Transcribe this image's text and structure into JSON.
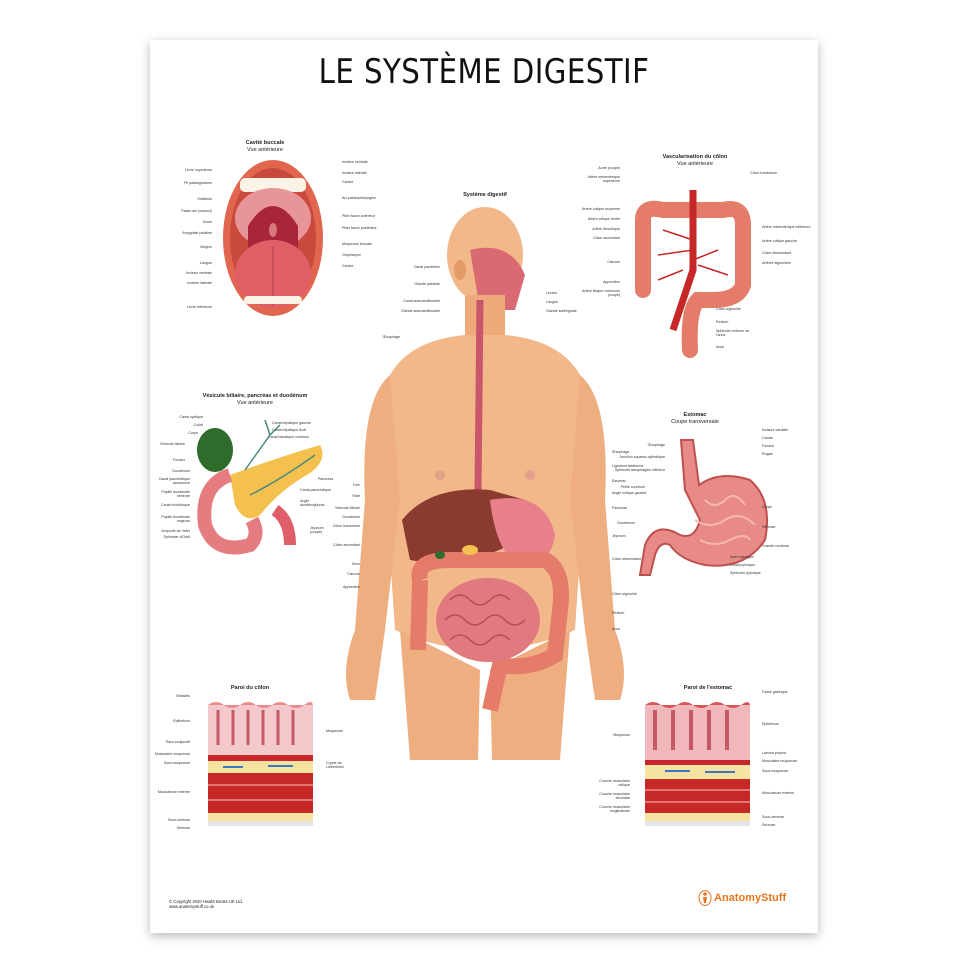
{
  "poster": {
    "title": "LE SYSTÈME DIGESTIF",
    "footer": {
      "copyright": "© Copyright 2020 Health Books UK Ltd.",
      "url": "www.anatomystuff.co.uk",
      "brand": "AnatomyStuff",
      "brand_color": "#e87722"
    }
  },
  "panels": {
    "mouth": {
      "title": "Cavité buccale",
      "subtitle": "Vue antérieure",
      "labels_left": [
        "Lèvre supérieure",
        "Pli palatoglossien",
        "Vestibule",
        "Palais dur (osseux)",
        "Uvule",
        "Amygdale palatine",
        "Gingive",
        "Langue",
        "Incisive centrale",
        "Incisive latérale",
        "Lèvre inférieure"
      ],
      "labels_right": [
        "Incisive centrale",
        "Incisive latérale",
        "Canine",
        "Arc palatopharyngien",
        "Pilier fauce antérieur",
        "Pilier fauce postérieur",
        "Muqueuse buccale",
        "Oropharynx",
        "Canine"
      ]
    },
    "system": {
      "title": "Système digestif",
      "labels_left_head": [
        "Canal parotidien",
        "Glande parotide",
        "Canal submandibulaire",
        "Glande submandibulaire",
        "Œsophage"
      ],
      "labels_right_head": [
        "Lèvres",
        "Langue",
        "Glande sublinguale"
      ],
      "labels_left_body": [
        "Foie",
        "Rate",
        "Vésicule biliaire",
        "Duodénum",
        "Côlon transverse",
        "Côlon ascendant",
        "Iléon",
        "Cæcum",
        "Appendice"
      ],
      "labels_right_body": [
        "Œsophage",
        "Ligament falciforme",
        "Estomac",
        "Angle colique gauche",
        "Pancréas",
        "Jéjunum",
        "Côlon descendant",
        "Côlon sigmoïde",
        "Rectum",
        "Anus"
      ]
    },
    "colon_vascular": {
      "title": "Vascularisation du côlon",
      "subtitle": "Vue antérieure",
      "labels_left": [
        "Aorte (coupé)",
        "Artère mésentérique supérieure",
        "Artère colique moyenne",
        "Artère colique droite",
        "Artère iléocolique",
        "Côlon ascendant",
        "Cæcum",
        "Appendice",
        "Artère iliaque commune (coupé)"
      ],
      "labels_right": [
        "Côlon transverse",
        "Artère mésentérique inférieure",
        "Artère colique gauche",
        "Côlon descendant",
        "Artères sigmoïdes",
        "Côlon sigmoïde",
        "Rectum",
        "Sphincter externe de l'anus",
        "Anus"
      ]
    },
    "pancreas": {
      "title": "Vésicule biliaire, pancréas et duodénum",
      "subtitle": "Vue antérieure",
      "labels_left": [
        "Canal cystique",
        "Collet",
        "Corps",
        "Vésicule biliaire",
        "Fundus",
        "Duodénum",
        "Canal pancréatique accessoire",
        "Papille duodénale mineure",
        "Canal cholédoque",
        "Papille duodénale majeure",
        "Ampoule de Vater",
        "Sphincter d'Oddi"
      ],
      "labels_right": [
        "Canal hépatique gauche",
        "Canal hépatique droit",
        "Canal hépatique commun",
        "Pancréas",
        "Canal pancréatique",
        "Angle duodénojéjunal",
        "Jéjunum (coupé)"
      ]
    },
    "stomach": {
      "title": "Estomac",
      "subtitle": "Coupe transversale",
      "labels_left": [
        "Œsophage",
        "Jonction squamo-cylindrique",
        "Sphincter œsophagien inférieur",
        "Petite courbure",
        "Duodénum"
      ],
      "labels_right": [
        "Incisure cardiale",
        "Cardia",
        "Fundus",
        "Rugae",
        "Corps",
        "Séreuse",
        "Grande courbure",
        "Antre pylorique",
        "Canal pylorique",
        "Sphincter pylorique"
      ]
    },
    "colon_wall": {
      "title": "Paroi du côlon",
      "labels_left": [
        "Villosités",
        "Épithélium",
        "Tissu conjonctif",
        "Musculaire muqueuse",
        "Sous-muqueuse",
        "Musculeuse externe",
        "Sous-séreuse",
        "Séreuse"
      ],
      "labels_right": [
        "Muqueuse",
        "Crypte de Lieberkühn"
      ]
    },
    "stomach_wall": {
      "title": "Paroi de l'estomac",
      "labels_left": [
        "Muqueuse",
        "Couche musculaire oblique",
        "Couche musculaire circulaire",
        "Couche musculaire longitudinale"
      ],
      "labels_right": [
        "Fosse gastrique",
        "Épithélium",
        "Lamina propria",
        "Musculaire muqueuse",
        "Sous-muqueuse",
        "Musculeuse externe",
        "Sous-séreuse",
        "Séreuse"
      ]
    }
  },
  "colors": {
    "skin": "#f2b88a",
    "skin_shade": "#e29a66",
    "organ_red": "#d9534f",
    "liver": "#8b3a2f",
    "intestine": "#e07a7f",
    "colon": "#e57c6a",
    "artery": "#c62828",
    "gallbladder": "#2f6b2a",
    "pancreas": "#f4c04e",
    "fat_yellow": "#f6e3a2",
    "vein_blue": "#3b78c4"
  }
}
